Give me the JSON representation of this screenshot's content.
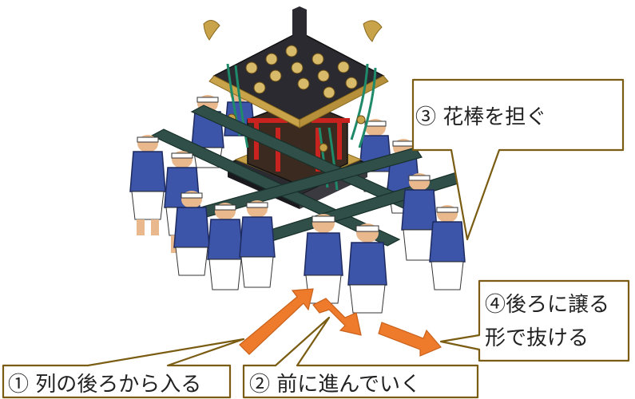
{
  "labels": {
    "step1": "① 列の後ろから入る",
    "step2": "② 前に進んでいく",
    "step3": "③ 花棒を担ぐ",
    "step4_line1": "④後ろに譲る",
    "step4_line2": "形で抜ける"
  },
  "illustration": {
    "subject": "mikoshi-bearers-illustration"
  },
  "colors": {
    "callout_border": "#7a5c12",
    "arrow": "#ee7b2c",
    "coat": "#3d55a8",
    "pole": "#2f4f48",
    "roof": "#2a2a30",
    "gold": "#c9a34a",
    "red": "#c8231f",
    "rope": "#1e8a6a"
  }
}
